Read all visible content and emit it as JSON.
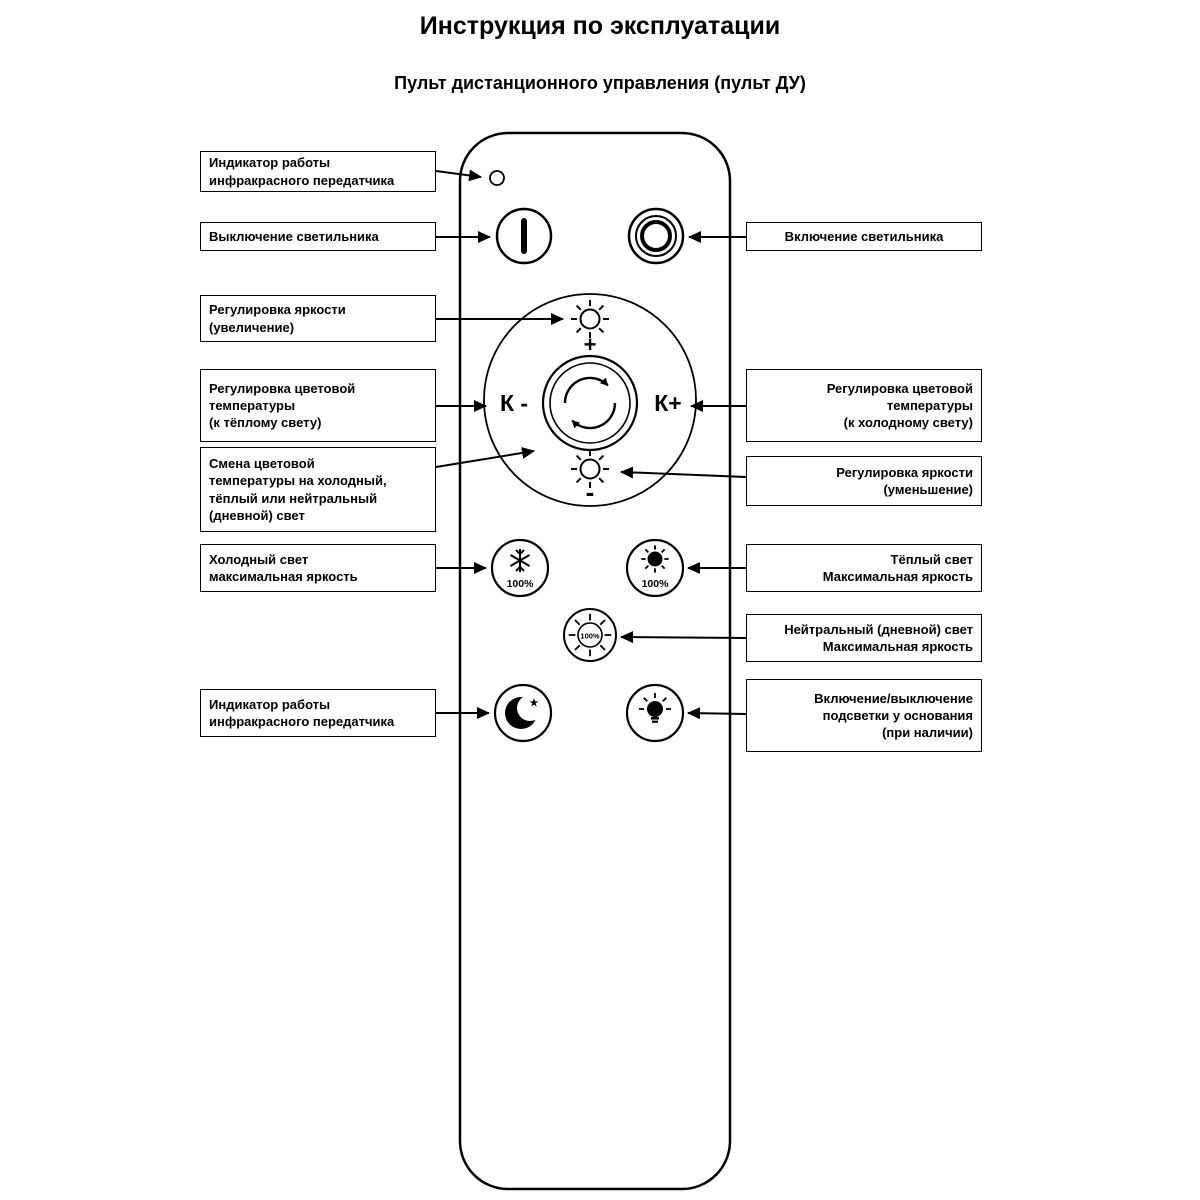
{
  "page": {
    "title": "Инструкция по эксплуатации",
    "subtitle": "Пульт дистанционного управления (пульт ДУ)"
  },
  "remote_labels": {
    "k_minus": "К -",
    "k_plus": "К+",
    "brightness_plus": "+",
    "brightness_minus": "-",
    "cold_pct": "100%",
    "warm_pct": "100%",
    "neutral_pct": "100%"
  },
  "callouts": {
    "left": [
      {
        "label": "Индикатор работы\nинфракрасного передатчика"
      },
      {
        "label": "Выключение светильника"
      },
      {
        "label": "Регулировка яркости\n(увеличение)"
      },
      {
        "label": "Регулировка цветовой\nтемпературы\n(к тёплому свету)"
      },
      {
        "label": "Смена цветовой\nтемпературы на холодный,\nтёплый или нейтральный\n(дневной) свет"
      },
      {
        "label": "Холодный свет\nмаксимальная яркость"
      },
      {
        "label": "Индикатор работы\nинфракрасного передатчика"
      }
    ],
    "right": [
      {
        "label": "Включение светильника"
      },
      {
        "label": "Регулировка цветовой\nтемпературы\n(к холодному свету)"
      },
      {
        "label": "Регулировка яркости\n(уменьшение)"
      },
      {
        "label": "Тёплый свет\nМаксимальная яркость"
      },
      {
        "label": "Нейтральный (дневной) свет\nМаксимальная яркость"
      },
      {
        "label": "Включение/выключение\nподсветки у основания\n(при наличии)"
      }
    ]
  }
}
